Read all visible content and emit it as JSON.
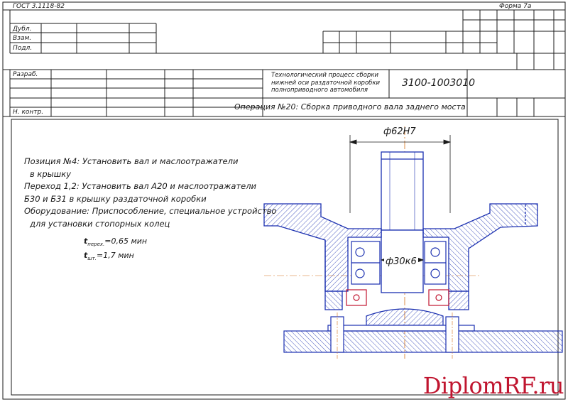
{
  "header": {
    "standard": "ГОСТ 3.1118-82",
    "form": "Форма 7а"
  },
  "stamp": {
    "left_labels": [
      "Дубл.",
      "Взам.",
      "Подл."
    ],
    "razrab": "Разраб.",
    "n_kontr": "Н. контр.",
    "process_title": [
      "Технологический процесс сборки",
      "нижней оси раздаточной коробки",
      "полноприводного автомобиля"
    ],
    "doc_number": "3100-1003010",
    "operation": "Операция №20: Сборка приводного вала заднего моста"
  },
  "instructions": {
    "lines": [
      "Позиция №4: Установить вал и маслоотражатели",
      "в крышку",
      "Переход 1,2: Установить вал А20 и маслоотражатели",
      "Б30 и Б31 в крышку раздаточной коробки",
      "Оборудование: Приспособление, специальное устройство",
      "для установки стопорных колец"
    ],
    "t1_symbol": "t",
    "t1_sub": "перех.",
    "t1_value": "=0,65 мин",
    "t2_symbol": "t",
    "t2_sub": "шт.",
    "t2_value": "=1,7 мин"
  },
  "drawing": {
    "dim_outer": "ф62Н7",
    "dim_inner": "ф30к6"
  },
  "colors": {
    "line": "#1a1a1a",
    "part": "#1a2fb0",
    "axis": "#d4701a",
    "watermark": "#c0152f"
  },
  "watermark": "DiplomRF.ru"
}
